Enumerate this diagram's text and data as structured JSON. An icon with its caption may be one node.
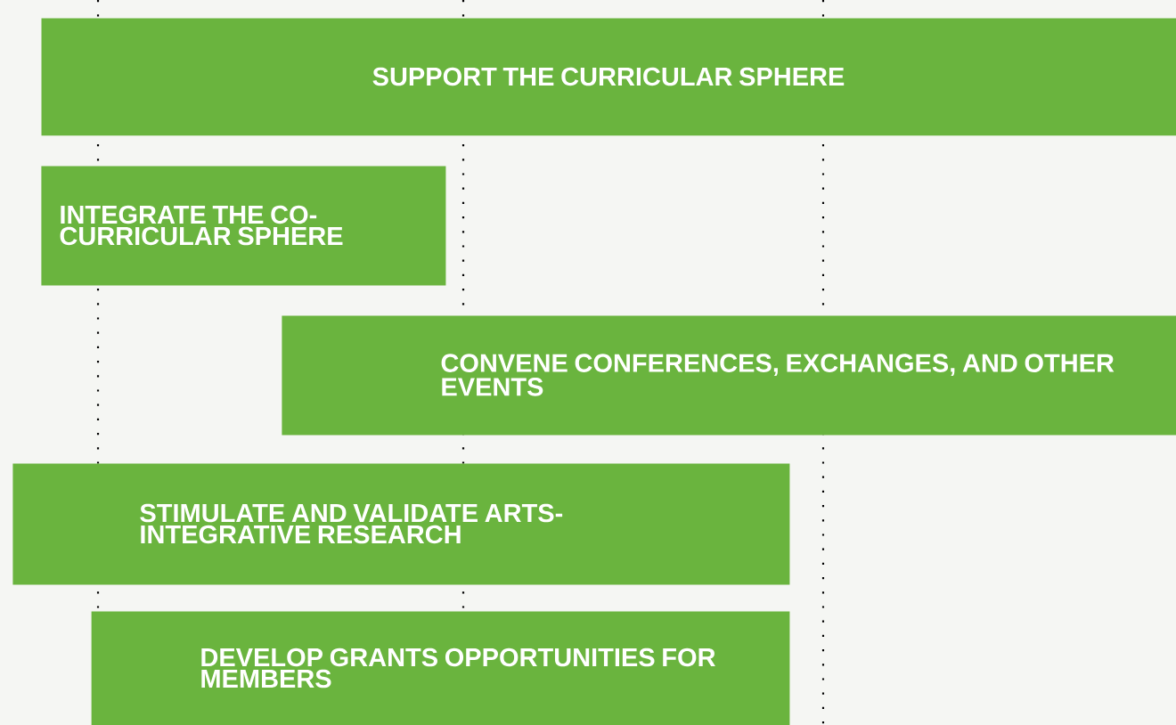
{
  "diagram": {
    "nodes": [
      {
        "text": [
          "SUPPORT THE CURRICULAR SPHERE"
        ]
      },
      {
        "text": [
          "INTEGRATE THE CO-CURRICULAR SPHERE"
        ]
      },
      {
        "text": [
          "CONVENE CONFERENCES, EXCHANGES, AND OTHER EVENTS"
        ]
      },
      {
        "text": [
          "STIMULATE AND VALIDATE ARTS-INTEGRATIVE RESEARCH"
        ]
      },
      {
        "text": [
          "DEVELOP GRANTS OPPORTUNITIES FOR MEMBERS"
        ]
      }
    ]
  }
}
